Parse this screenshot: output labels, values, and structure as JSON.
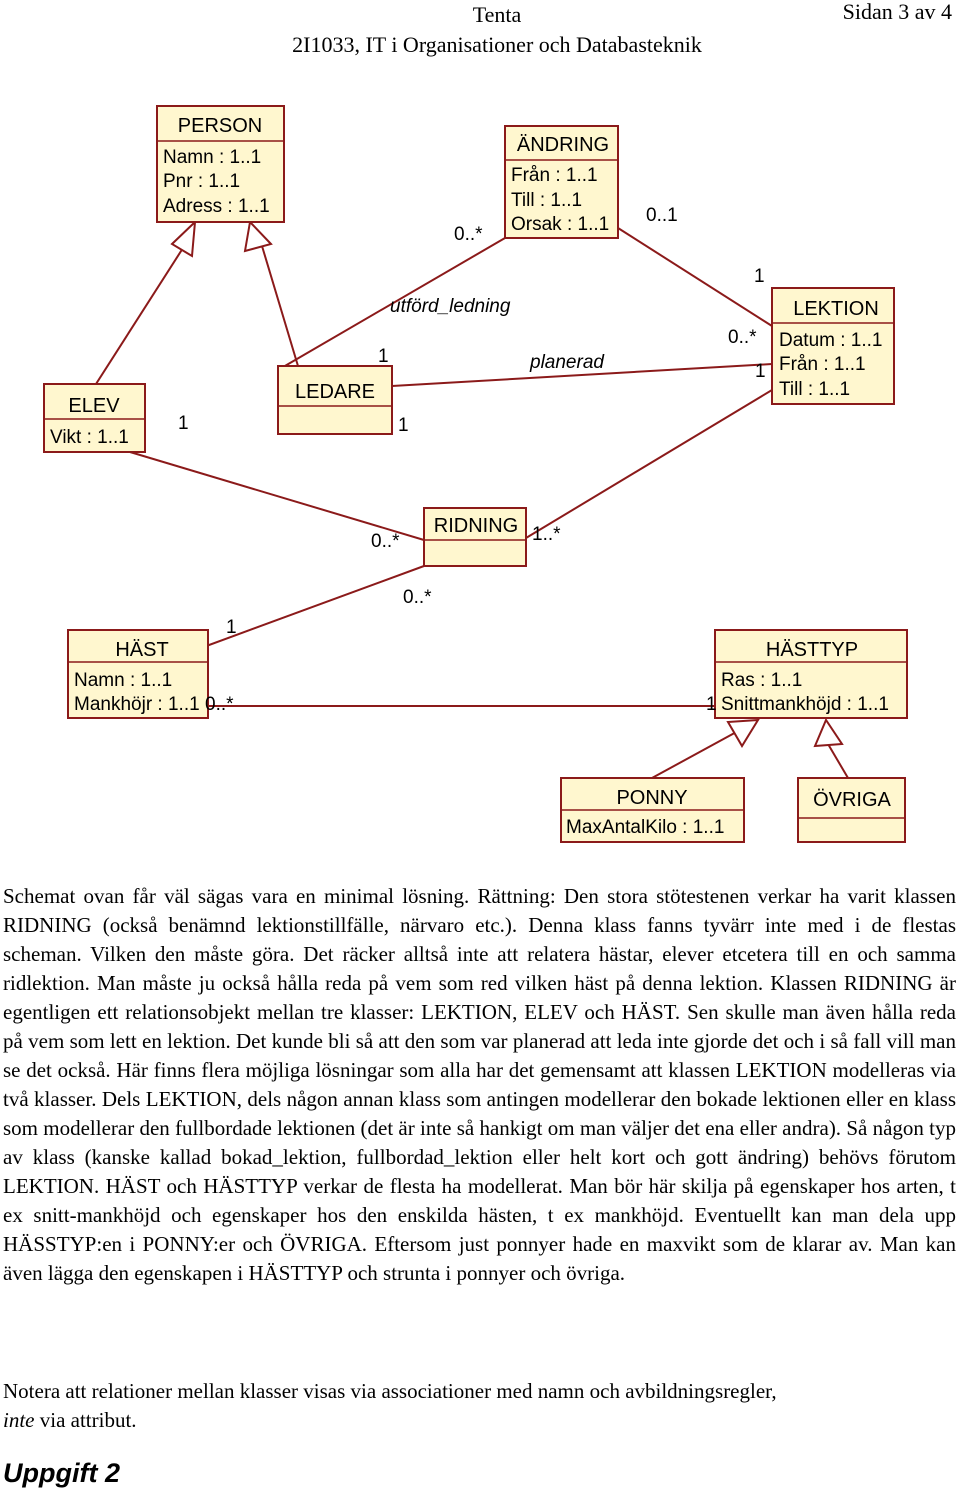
{
  "header": {
    "title": "Tenta",
    "course": "2I1033, IT i Organisationer och Databasteknik",
    "page": "Sidan 3 av 4"
  },
  "colors": {
    "class_fill": "#fff7cf",
    "class_border": "#8b1a1a",
    "line": "#8b1a1a"
  },
  "diagram": {
    "classes": {
      "person": {
        "name": "PERSON",
        "attrs": [
          "Namn : 1..1",
          "Pnr : 1..1",
          "Adress : 1..1"
        ]
      },
      "andring": {
        "name": "ÄNDRING",
        "attrs": [
          "Från : 1..1",
          "Till : 1..1",
          "Orsak : 1..1"
        ]
      },
      "elev": {
        "name": "ELEV",
        "attrs": [
          "Vikt : 1..1"
        ]
      },
      "ledare": {
        "name": "LEDARE",
        "attrs": []
      },
      "lektion": {
        "name": "LEKTION",
        "attrs": [
          "Datum : 1..1",
          "Från : 1..1",
          "Till : 1..1"
        ]
      },
      "ridning": {
        "name": "RIDNING",
        "attrs": []
      },
      "hast": {
        "name": "HÄST",
        "attrs": [
          "Namn : 1..1",
          "Mankhöjr : 1..1"
        ]
      },
      "hasttyp": {
        "name": "HÄSTTYP",
        "attrs": [
          "Ras : 1..1",
          "Snittmankhöjd : 1..1"
        ]
      },
      "ponny": {
        "name": "PONNY",
        "attrs": [
          "MaxAntalKilo : 1..1"
        ]
      },
      "ovriga": {
        "name": "ÖVRIGA",
        "attrs": []
      }
    },
    "associations": {
      "utford_ledning": "utförd_ledning",
      "planerad": "planerad"
    },
    "multiplicities": {
      "andring_ledare": "0..*",
      "andring_lektion": "0..1",
      "lektion_andring": "1",
      "ledare_utford": "1",
      "ledare_planerad": "1",
      "lektion_utford": "0..*",
      "lektion_planerad": "1",
      "elev_ridning": "1",
      "ridning_elev": "0..*",
      "ridning_lektion": "1..*",
      "ridning_hast": "0..*",
      "hast_ridning": "1",
      "hast_hasttyp": "0..*",
      "hasttyp_hast": "1"
    }
  },
  "body": {
    "paragraph": "Schemat ovan får väl sägas vara en minimal lösning. Rättning: Den stora stötestenen verkar ha varit klassen RIDNING (också benämnd lektionstillfälle, närvaro etc.). Denna klass fanns tyvärr inte med i de flestas scheman. Vilken den måste göra. Det räcker alltså inte att relatera hästar, elever etcetera till en och samma ridlektion. Man måste ju också hålla reda på vem som red vilken häst på denna lektion. Klassen RIDNING är egentligen ett relationsobjekt mellan tre klasser: LEKTION, ELEV och HÄST. Sen skulle man även hålla reda på vem som lett en lektion. Det kunde bli så att den som var planerad att leda inte gjorde det och i så fall vill man se det också. Här finns flera möjliga lösningar som alla har det gemensamt att klassen LEKTION modelleras via två klasser. Dels LEKTION, dels någon annan klass som antingen modellerar den bokade lektionen eller en klass som modellerar den fullbordade lektionen (det är inte så hankigt om man väljer det ena eller andra). Så någon typ av klass (kanske kallad bokad_lektion, fullbordad_lektion eller helt kort och gott ändring) behövs förutom LEKTION. HÄST och HÄSTTYP verkar de flesta ha modellerat. Man bör här skilja på egenskaper hos arten, t ex snitt-mankhöjd och egenskaper hos den enskilda hästen, t ex mankhöjd. Eventuellt kan man dela upp HÄSSTYP:en i PONNY:er och ÖVRIGA. Eftersom just ponnyer hade en maxvikt som de klarar av. Man kan även lägga den egenskapen i HÄSTTYP och strunta i ponnyer och övriga.",
    "note_start": "Notera att relationer mellan klasser visas via associationer med namn och avbildningsregler,",
    "note_italic": "inte",
    "note_end": " via attribut."
  },
  "next_section": "Uppgift 2"
}
